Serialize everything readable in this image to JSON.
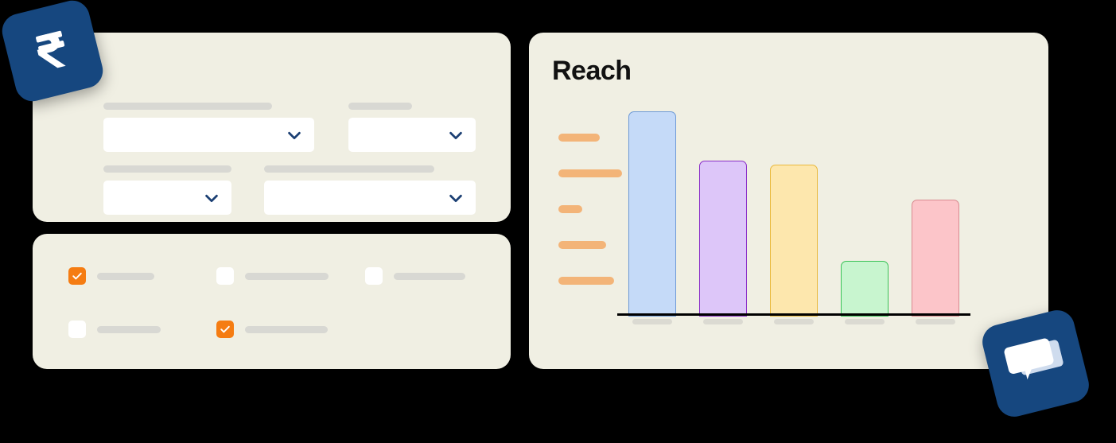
{
  "page": {
    "background_color": "#000000",
    "card_color": "#f0efe3"
  },
  "form_card": {
    "name": "form-card",
    "fields": [
      {
        "label_placeholder": "",
        "value": "",
        "placeholder": "",
        "icon": "chevron-down-icon"
      },
      {
        "label_placeholder": "",
        "value": "",
        "placeholder": "",
        "icon": "chevron-down-icon"
      },
      {
        "label_placeholder": "",
        "value": "",
        "placeholder": "",
        "icon": "chevron-down-icon"
      },
      {
        "label_placeholder": "",
        "value": "",
        "placeholder": "",
        "icon": "chevron-down-icon"
      }
    ],
    "chevron_color": "#1b3f73"
  },
  "checkbox_card": {
    "name": "checkbox-card",
    "checked_color": "#f57c12",
    "unchecked_color": "#ffffff",
    "items": [
      {
        "checked": true,
        "label": ""
      },
      {
        "checked": false,
        "label": ""
      },
      {
        "checked": false,
        "label": ""
      },
      {
        "checked": false,
        "label": ""
      },
      {
        "checked": true,
        "label": ""
      }
    ]
  },
  "reach_card": {
    "title": "Reach",
    "title_color": "#111111",
    "legend_color": "#f3b478",
    "legend_widths": [
      52,
      80,
      30,
      60,
      70
    ]
  },
  "chart_data": {
    "type": "bar",
    "title": "Reach",
    "xlabel": "",
    "ylabel": "",
    "grid": false,
    "legend_position": "left",
    "axis_line_color": "#000000",
    "categories": [
      "",
      "",
      "",
      "",
      ""
    ],
    "values": [
      100,
      76,
      74,
      27,
      57
    ],
    "ylim": [
      0,
      100
    ],
    "series": [
      {
        "name": "Reach",
        "values": [
          100,
          76,
          74,
          27,
          57
        ]
      }
    ],
    "bar_colors": [
      {
        "fill": "#c5daf8",
        "border": "#6e9ad6"
      },
      {
        "fill": "#ddc6f9",
        "border": "#8a2dc8"
      },
      {
        "fill": "#fde7ad",
        "border": "#e9b93d"
      },
      {
        "fill": "#c8f5cf",
        "border": "#3ac257"
      },
      {
        "fill": "#fcc5c9",
        "border": "#d98a90"
      }
    ],
    "tick_label_color": "#dbdad2"
  },
  "floating_icons": [
    {
      "name": "rupee-app-icon",
      "glyph": "rupee-icon",
      "tile_color": "#16477f",
      "glyph_color": "#ffffff"
    },
    {
      "name": "chat-app-icon",
      "glyph": "chat-bubble-icon",
      "tile_color": "#16477f",
      "glyph_color": "#ffffff"
    }
  ]
}
